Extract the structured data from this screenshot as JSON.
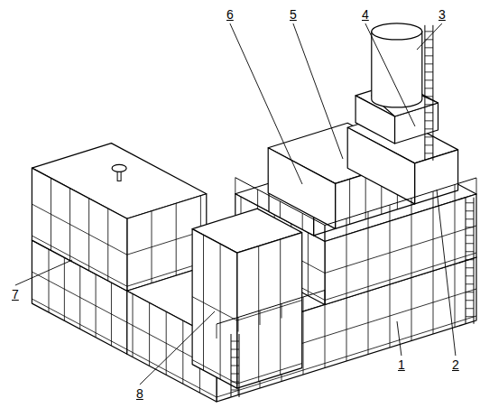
{
  "diagram": {
    "labels": [
      "6",
      "5",
      "4",
      "3",
      "7",
      "1",
      "2",
      "8"
    ]
  }
}
